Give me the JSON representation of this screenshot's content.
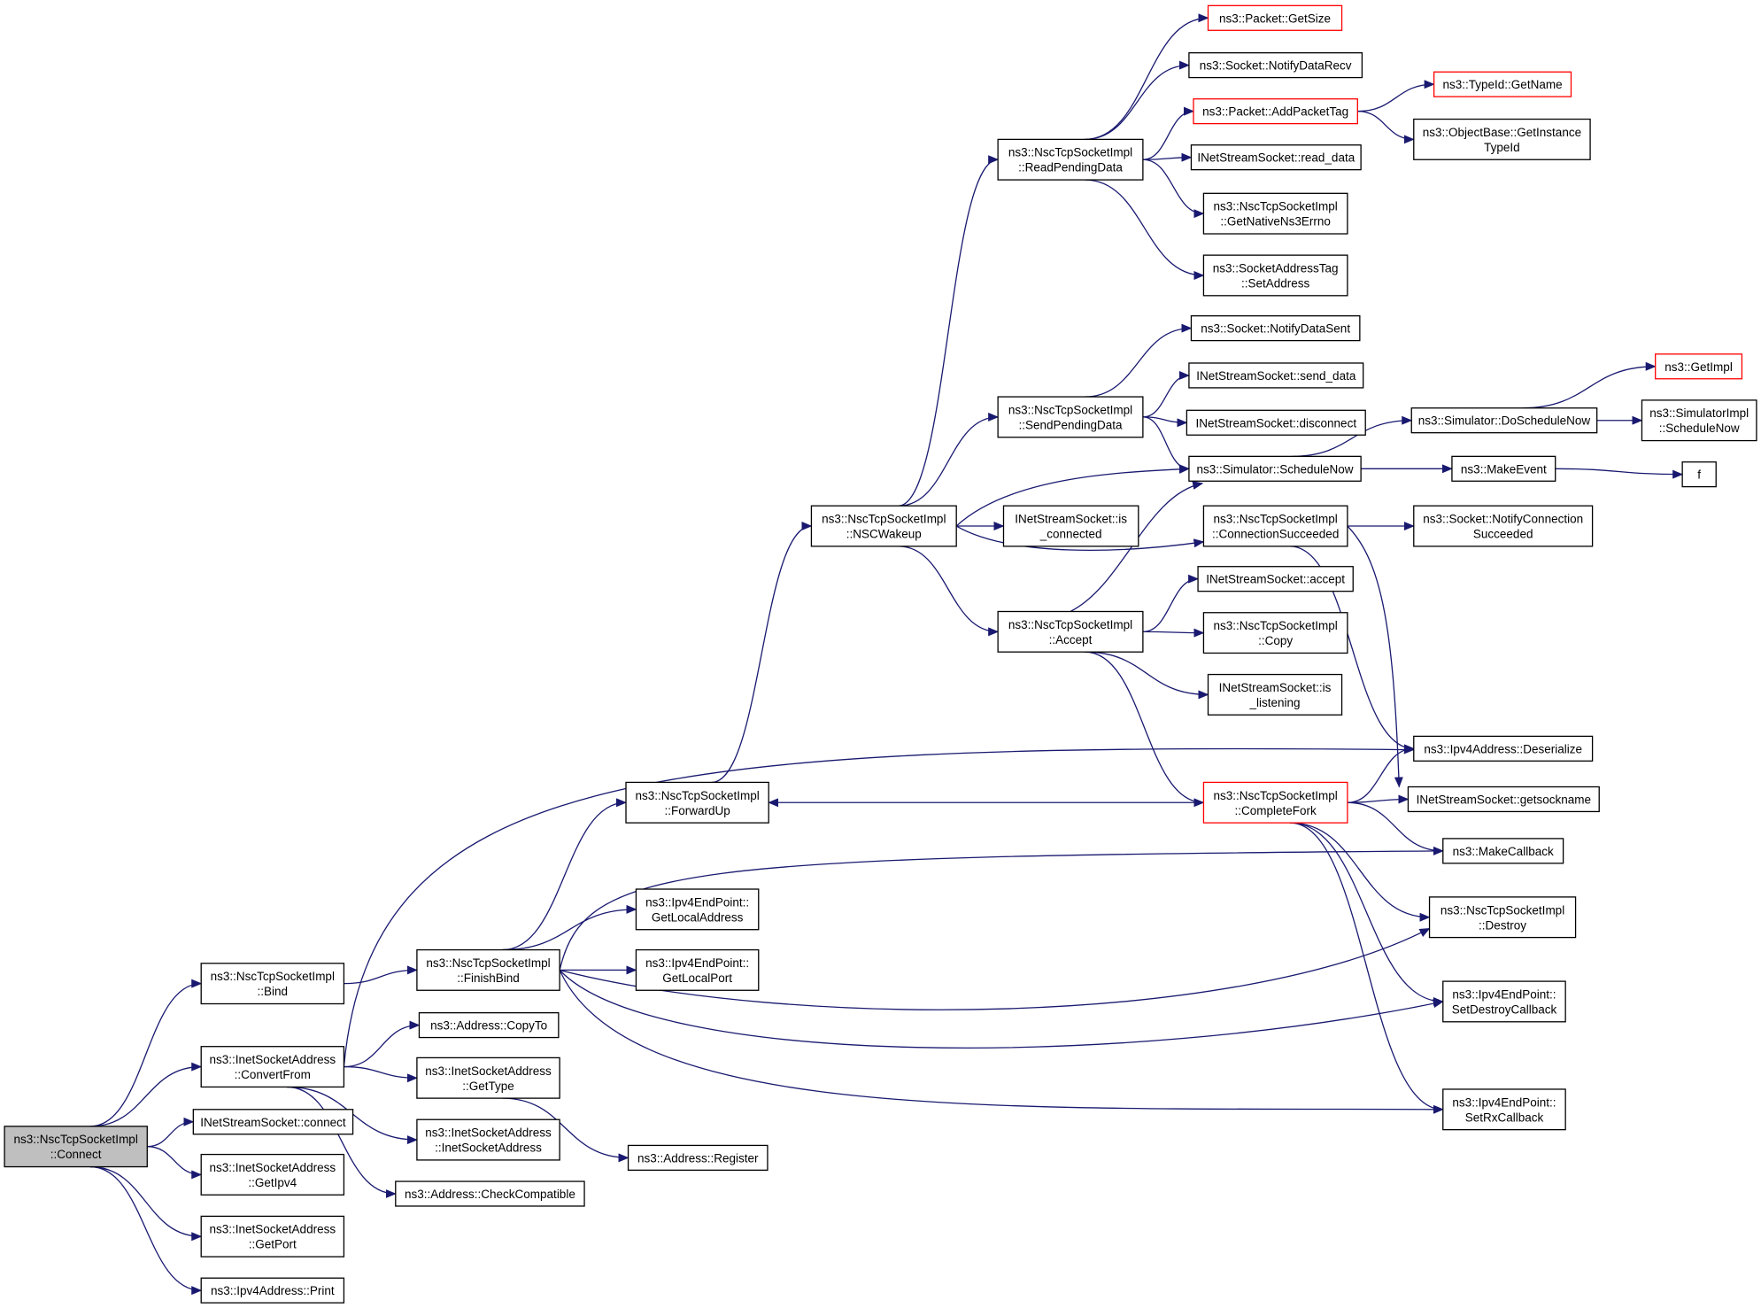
{
  "graph": {
    "title": "",
    "colors": {
      "background": "#ffffff",
      "edge": "#191970",
      "box_border": "#000000",
      "truncated_box_border": "#ff0000",
      "current_function_fill": "#bfbfbf"
    },
    "nodes": [
      {
        "id": "connect_root",
        "lines": [
          "ns3::NscTcpSocketImpl",
          "::Connect"
        ],
        "style": "root"
      },
      {
        "id": "bind",
        "lines": [
          "ns3::NscTcpSocketImpl",
          "::Bind"
        ]
      },
      {
        "id": "convertfrom",
        "lines": [
          "ns3::InetSocketAddress",
          "::ConvertFrom"
        ]
      },
      {
        "id": "inss_connect",
        "lines": [
          "INetStreamSocket::connect"
        ]
      },
      {
        "id": "getipv4",
        "lines": [
          "ns3::InetSocketAddress",
          "::GetIpv4"
        ]
      },
      {
        "id": "getport",
        "lines": [
          "ns3::InetSocketAddress",
          "::GetPort"
        ]
      },
      {
        "id": "ipv4print",
        "lines": [
          "ns3::Ipv4Address::Print"
        ]
      },
      {
        "id": "finishbind",
        "lines": [
          "ns3::NscTcpSocketImpl",
          "::FinishBind"
        ]
      },
      {
        "id": "copyto",
        "lines": [
          "ns3::Address::CopyTo"
        ]
      },
      {
        "id": "gettype",
        "lines": [
          "ns3::InetSocketAddress",
          "::GetType"
        ]
      },
      {
        "id": "inetsa_ctor",
        "lines": [
          "ns3::InetSocketAddress",
          "::InetSocketAddress"
        ]
      },
      {
        "id": "checkcompat",
        "lines": [
          "ns3::Address::CheckCompatible"
        ]
      },
      {
        "id": "forwardup",
        "lines": [
          "ns3::NscTcpSocketImpl",
          "::ForwardUp"
        ]
      },
      {
        "id": "getlocaladdr",
        "lines": [
          "ns3::Ipv4EndPoint::",
          "GetLocalAddress"
        ]
      },
      {
        "id": "getlocalport",
        "lines": [
          "ns3::Ipv4EndPoint::",
          "GetLocalPort"
        ]
      },
      {
        "id": "register",
        "lines": [
          "ns3::Address::Register"
        ]
      },
      {
        "id": "nscwakeup",
        "lines": [
          "ns3::NscTcpSocketImpl",
          "::NSCWakeup"
        ]
      },
      {
        "id": "readpending",
        "lines": [
          "ns3::NscTcpSocketImpl",
          "::ReadPendingData"
        ]
      },
      {
        "id": "sendpending",
        "lines": [
          "ns3::NscTcpSocketImpl",
          "::SendPendingData"
        ]
      },
      {
        "id": "isconnected",
        "lines": [
          "INetStreamSocket::is",
          "_connected"
        ]
      },
      {
        "id": "accept_impl",
        "lines": [
          "ns3::NscTcpSocketImpl",
          "::Accept"
        ]
      },
      {
        "id": "getsize",
        "lines": [
          "ns3::Packet::GetSize"
        ],
        "style": "red"
      },
      {
        "id": "notifydatarecv",
        "lines": [
          "ns3::Socket::NotifyDataRecv"
        ]
      },
      {
        "id": "addpackettag",
        "lines": [
          "ns3::Packet::AddPacketTag"
        ],
        "style": "red"
      },
      {
        "id": "read_data",
        "lines": [
          "INetStreamSocket::read_data"
        ]
      },
      {
        "id": "getnativeerrno",
        "lines": [
          "ns3::NscTcpSocketImpl",
          "::GetNativeNs3Errno"
        ]
      },
      {
        "id": "setaddress",
        "lines": [
          "ns3::SocketAddressTag",
          "::SetAddress"
        ]
      },
      {
        "id": "notifydatasent",
        "lines": [
          "ns3::Socket::NotifyDataSent"
        ]
      },
      {
        "id": "send_data",
        "lines": [
          "INetStreamSocket::send_data"
        ]
      },
      {
        "id": "disconnect",
        "lines": [
          "INetStreamSocket::disconnect"
        ]
      },
      {
        "id": "schedulenow",
        "lines": [
          "ns3::Simulator::ScheduleNow"
        ]
      },
      {
        "id": "connsucceeded",
        "lines": [
          "ns3::NscTcpSocketImpl",
          "::ConnectionSucceeded"
        ]
      },
      {
        "id": "inss_accept",
        "lines": [
          "INetStreamSocket::accept"
        ]
      },
      {
        "id": "copy",
        "lines": [
          "ns3::NscTcpSocketImpl",
          "::Copy"
        ]
      },
      {
        "id": "islistening",
        "lines": [
          "INetStreamSocket::is",
          "_listening"
        ]
      },
      {
        "id": "completefork",
        "lines": [
          "ns3::NscTcpSocketImpl",
          "::CompleteFork"
        ],
        "style": "red"
      },
      {
        "id": "typeid_getname",
        "lines": [
          "ns3::TypeId::GetName"
        ],
        "style": "red"
      },
      {
        "id": "getinstancetypeid",
        "lines": [
          "ns3::ObjectBase::GetInstance",
          "TypeId"
        ]
      },
      {
        "id": "doschedulenow",
        "lines": [
          "ns3::Simulator::DoScheduleNow"
        ]
      },
      {
        "id": "makeevent",
        "lines": [
          "ns3::MakeEvent"
        ]
      },
      {
        "id": "notifyconnsucc",
        "lines": [
          "ns3::Socket::NotifyConnection",
          "Succeeded"
        ]
      },
      {
        "id": "deserialize",
        "lines": [
          "ns3::Ipv4Address::Deserialize"
        ]
      },
      {
        "id": "getsockname",
        "lines": [
          "INetStreamSocket::getsockname"
        ]
      },
      {
        "id": "makecallback",
        "lines": [
          "ns3::MakeCallback"
        ]
      },
      {
        "id": "destroy",
        "lines": [
          "ns3::NscTcpSocketImpl",
          "::Destroy"
        ]
      },
      {
        "id": "setdestroycb",
        "lines": [
          "ns3::Ipv4EndPoint::",
          "SetDestroyCallback"
        ]
      },
      {
        "id": "setrxcb",
        "lines": [
          "ns3::Ipv4EndPoint::",
          "SetRxCallback"
        ]
      },
      {
        "id": "getimpl",
        "lines": [
          "ns3::GetImpl"
        ],
        "style": "red"
      },
      {
        "id": "simimpl_schedulenow",
        "lines": [
          "ns3::SimulatorImpl",
          "::ScheduleNow"
        ]
      },
      {
        "id": "f",
        "lines": [
          "f"
        ]
      }
    ],
    "edges": [
      [
        "connect_root",
        "bind"
      ],
      [
        "connect_root",
        "convertfrom"
      ],
      [
        "connect_root",
        "inss_connect"
      ],
      [
        "connect_root",
        "getipv4"
      ],
      [
        "connect_root",
        "getport"
      ],
      [
        "connect_root",
        "ipv4print"
      ],
      [
        "bind",
        "finishbind"
      ],
      [
        "convertfrom",
        "copyto"
      ],
      [
        "convertfrom",
        "gettype"
      ],
      [
        "convertfrom",
        "inetsa_ctor"
      ],
      [
        "convertfrom",
        "checkcompat"
      ],
      [
        "convertfrom",
        "deserialize"
      ],
      [
        "gettype",
        "register"
      ],
      [
        "finishbind",
        "forwardup"
      ],
      [
        "finishbind",
        "getlocaladdr"
      ],
      [
        "finishbind",
        "getlocalport"
      ],
      [
        "finishbind",
        "makecallback"
      ],
      [
        "finishbind",
        "destroy"
      ],
      [
        "finishbind",
        "setdestroycb"
      ],
      [
        "finishbind",
        "setrxcb"
      ],
      [
        "forwardup",
        "nscwakeup"
      ],
      [
        "nscwakeup",
        "readpending"
      ],
      [
        "nscwakeup",
        "sendpending"
      ],
      [
        "nscwakeup",
        "schedulenow"
      ],
      [
        "nscwakeup",
        "isconnected"
      ],
      [
        "nscwakeup",
        "connsucceeded"
      ],
      [
        "nscwakeup",
        "accept_impl"
      ],
      [
        "readpending",
        "getsize"
      ],
      [
        "readpending",
        "notifydatarecv"
      ],
      [
        "readpending",
        "addpackettag"
      ],
      [
        "readpending",
        "read_data"
      ],
      [
        "readpending",
        "getnativeerrno"
      ],
      [
        "readpending",
        "setaddress"
      ],
      [
        "addpackettag",
        "typeid_getname"
      ],
      [
        "addpackettag",
        "getinstancetypeid"
      ],
      [
        "sendpending",
        "notifydatasent"
      ],
      [
        "sendpending",
        "send_data"
      ],
      [
        "sendpending",
        "disconnect"
      ],
      [
        "sendpending",
        "schedulenow"
      ],
      [
        "accept_impl",
        "schedulenow"
      ],
      [
        "accept_impl",
        "inss_accept"
      ],
      [
        "accept_impl",
        "copy"
      ],
      [
        "accept_impl",
        "islistening"
      ],
      [
        "accept_impl",
        "completefork"
      ],
      [
        "schedulenow",
        "doschedulenow"
      ],
      [
        "schedulenow",
        "makeevent"
      ],
      [
        "doschedulenow",
        "getimpl"
      ],
      [
        "doschedulenow",
        "simimpl_schedulenow"
      ],
      [
        "makeevent",
        "f"
      ],
      [
        "connsucceeded",
        "notifyconnsucc"
      ],
      [
        "connsucceeded",
        "deserialize"
      ],
      [
        "connsucceeded",
        "getsockname"
      ],
      [
        "completefork",
        "forwardup"
      ],
      [
        "completefork",
        "deserialize"
      ],
      [
        "completefork",
        "getsockname"
      ],
      [
        "completefork",
        "makecallback"
      ],
      [
        "completefork",
        "destroy"
      ],
      [
        "completefork",
        "setdestroycb"
      ],
      [
        "completefork",
        "setrxcb"
      ]
    ]
  }
}
